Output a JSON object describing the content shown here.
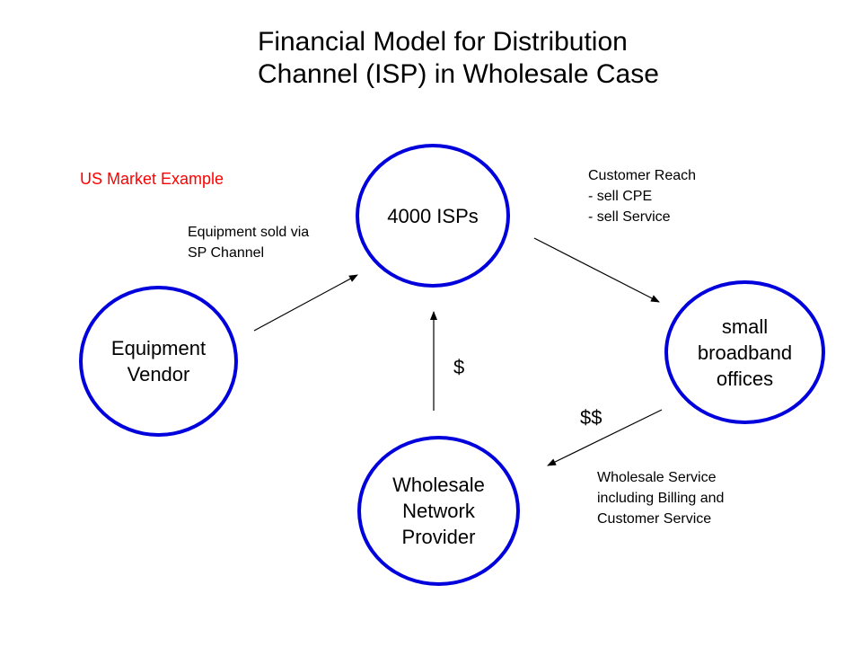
{
  "title": {
    "line1": "Financial Model for Distribution",
    "line2": "Channel (ISP) in Wholesale Case"
  },
  "market_label": "US Market Example",
  "nodes": {
    "isps": {
      "lines": [
        "4000 ISPs"
      ]
    },
    "vendor": {
      "lines": [
        "Equipment",
        "Vendor"
      ]
    },
    "broadband": {
      "lines": [
        "small",
        "broadband",
        "offices"
      ]
    },
    "wholesale": {
      "lines": [
        "Wholesale",
        "Network",
        "Provider"
      ]
    }
  },
  "annotations": {
    "equipment_sold": [
      "Equipment sold via",
      "SP Channel"
    ],
    "customer_reach": [
      "Customer Reach",
      "- sell CPE",
      "- sell Service"
    ],
    "wholesale_service": [
      "Wholesale Service",
      "including Billing and",
      "Customer Service"
    ],
    "single_dollar": "$",
    "double_dollar": "$$"
  },
  "colors": {
    "node_border": "#0000dd",
    "market_label": "#ff0000",
    "arrow": "#000000"
  }
}
